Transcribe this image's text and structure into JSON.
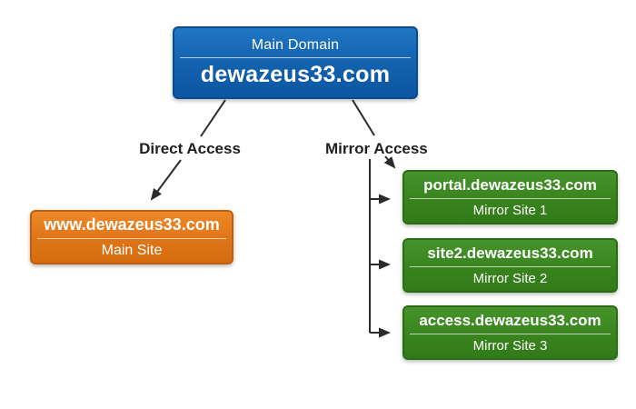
{
  "diagram": {
    "root": {
      "title": "Main Domain",
      "domain": "dewazeus33.com"
    },
    "branches": {
      "direct_label": "Direct Access",
      "mirror_label": "Mirror Access"
    },
    "main_site": {
      "domain": "www.dewazeus33.com",
      "label": "Main Site"
    },
    "mirror_sites": [
      {
        "domain": "portal.dewazeus33.com",
        "label": "Mirror Site 1"
      },
      {
        "domain": "site2.dewazeus33.com",
        "label": "Mirror Site 2"
      },
      {
        "domain": "access.dewazeus33.com",
        "label": "Mirror Site 3"
      }
    ],
    "colors": {
      "root_box": "#1261ad",
      "root_border": "#0b4c90",
      "main_site_box": "#e0761a",
      "main_site_border": "#c05f0d",
      "mirror_box": "#3a851f",
      "mirror_border": "#2c6c14",
      "arrow": "#2b2b2b",
      "background": "#ffffff",
      "text_on_box": "#ffffff",
      "edge_label_text": "#1f1f1f"
    }
  }
}
